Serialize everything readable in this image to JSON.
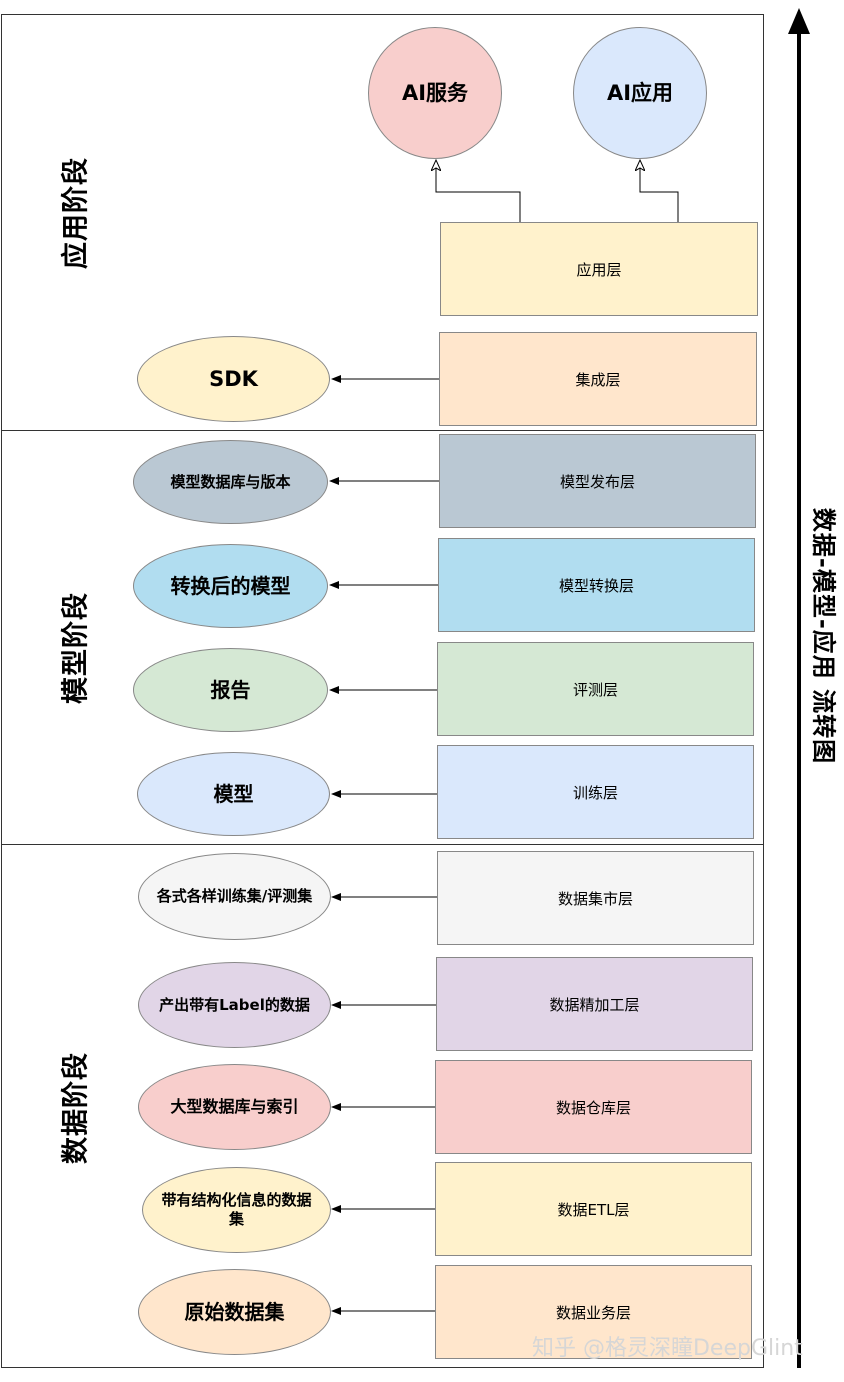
{
  "stages": [
    {
      "label": "应用阶段"
    },
    {
      "label": "模型阶段"
    },
    {
      "label": "数据阶段"
    }
  ],
  "top_outputs": [
    {
      "label": "AI服务",
      "color": "#f8cecc"
    },
    {
      "label": "AI应用",
      "color": "#dae8fc"
    }
  ],
  "rows": [
    {
      "layer": "应用层",
      "layer_color": "#fff2cc",
      "output": ""
    },
    {
      "layer": "集成层",
      "layer_color": "#ffe6cc",
      "output": "SDK",
      "output_color": "#fff2cc"
    },
    {
      "layer": "模型发布层",
      "layer_color": "#bac8d3",
      "output": "模型数据库与版本",
      "output_color": "#bac8d3"
    },
    {
      "layer": "模型转换层",
      "layer_color": "#b1ddf0",
      "output": "转换后的模型",
      "output_color": "#b1ddf0"
    },
    {
      "layer": "评测层",
      "layer_color": "#d5e8d4",
      "output": "报告",
      "output_color": "#d5e8d4"
    },
    {
      "layer": "训练层",
      "layer_color": "#dae8fc",
      "output": "模型",
      "output_color": "#dae8fc"
    },
    {
      "layer": "数据集市层",
      "layer_color": "#f5f5f5",
      "output": "各式各样训练集/评测集",
      "output_color": "#f5f5f5"
    },
    {
      "layer": "数据精加工层",
      "layer_color": "#e1d5e7",
      "output": "产出带有Label的数据",
      "output_color": "#e1d5e7"
    },
    {
      "layer": "数据仓库层",
      "layer_color": "#f8cecc",
      "output": "大型数据库与索引",
      "output_color": "#f8cecc"
    },
    {
      "layer": "数据ETL层",
      "layer_color": "#fff2cc",
      "output": "带有结构化信息的数据集",
      "output_color": "#fff2cc"
    },
    {
      "layer": "数据业务层",
      "layer_color": "#ffe6cc",
      "output": "原始数据集",
      "output_color": "#ffe6cc"
    }
  ],
  "flow_label": "数据-模型-应用 流转图",
  "watermark": "知乎 @格灵深瞳DeepGlint"
}
